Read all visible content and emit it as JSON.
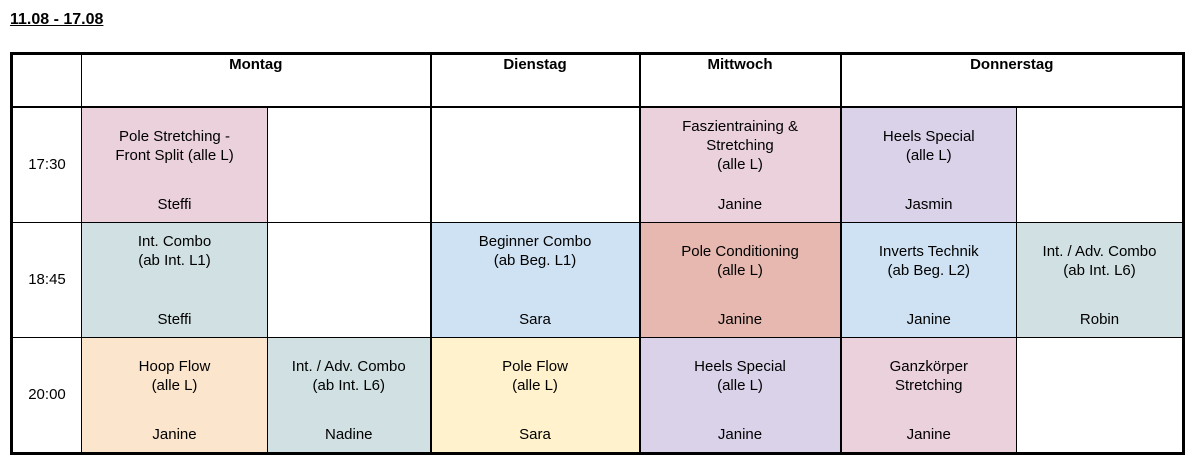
{
  "page": {
    "title": "11.08 - 17.08"
  },
  "days": [
    {
      "label": "Montag"
    },
    {
      "label": "Dienstag"
    },
    {
      "label": "Mittwoch"
    },
    {
      "label": "Donnerstag"
    }
  ],
  "times": [
    "17:30",
    "18:45",
    "20:00"
  ],
  "colors": {
    "pink": "#ead1dc",
    "lavender": "#d9d2e9",
    "teal": "#d0e0e3",
    "blue": "#cfe2f3",
    "salmon": "#e6b8af",
    "peach": "#fce5cd",
    "yellow": "#fff2cc",
    "empty": "#ffffff"
  },
  "rows": [
    {
      "cells": [
        {
          "title": "Pole Stretching -\nFront Split (alle L)",
          "teacher": "Steffi",
          "color": "#ead1dc"
        },
        {
          "title": "",
          "teacher": "",
          "color": "#ffffff"
        },
        {
          "title": "",
          "teacher": "",
          "color": "#ffffff"
        },
        {
          "title": "Faszientraining &\nStretching\n(alle L)",
          "teacher": "Janine",
          "color": "#ead1dc"
        },
        {
          "title": "Heels Special\n(alle L)",
          "teacher": "Jasmin",
          "color": "#d9d2e9"
        },
        {
          "title": "",
          "teacher": "",
          "color": "#ffffff"
        }
      ]
    },
    {
      "cells": [
        {
          "title": "Int. Combo\n(ab Int. L1)",
          "teacher": "Steffi",
          "color": "#d0e0e3"
        },
        {
          "title": "",
          "teacher": "",
          "color": "#ffffff"
        },
        {
          "title": "Beginner Combo\n(ab Beg. L1)",
          "teacher": "Sara",
          "color": "#cfe2f3"
        },
        {
          "title": "Pole Conditioning\n(alle L)",
          "teacher": "Janine",
          "color": "#e6b8af"
        },
        {
          "title": "Inverts Technik\n(ab Beg. L2)",
          "teacher": "Janine",
          "color": "#cfe2f3"
        },
        {
          "title": "Int. / Adv. Combo\n(ab Int. L6)",
          "teacher": "Robin",
          "color": "#d0e0e3"
        }
      ]
    },
    {
      "cells": [
        {
          "title": "Hoop Flow\n(alle L)",
          "teacher": "Janine",
          "color": "#fce5cd"
        },
        {
          "title": "Int. / Adv. Combo\n(ab Int. L6)",
          "teacher": "Nadine",
          "color": "#d0e0e3"
        },
        {
          "title": "Pole Flow\n(alle L)",
          "teacher": "Sara",
          "color": "#fff2cc"
        },
        {
          "title": "Heels Special\n(alle L)",
          "teacher": "Janine",
          "color": "#d9d2e9"
        },
        {
          "title": "Ganzkörper\nStretching",
          "teacher": "Janine",
          "color": "#ead1dc"
        },
        {
          "title": "",
          "teacher": "",
          "color": "#ffffff"
        }
      ]
    }
  ]
}
